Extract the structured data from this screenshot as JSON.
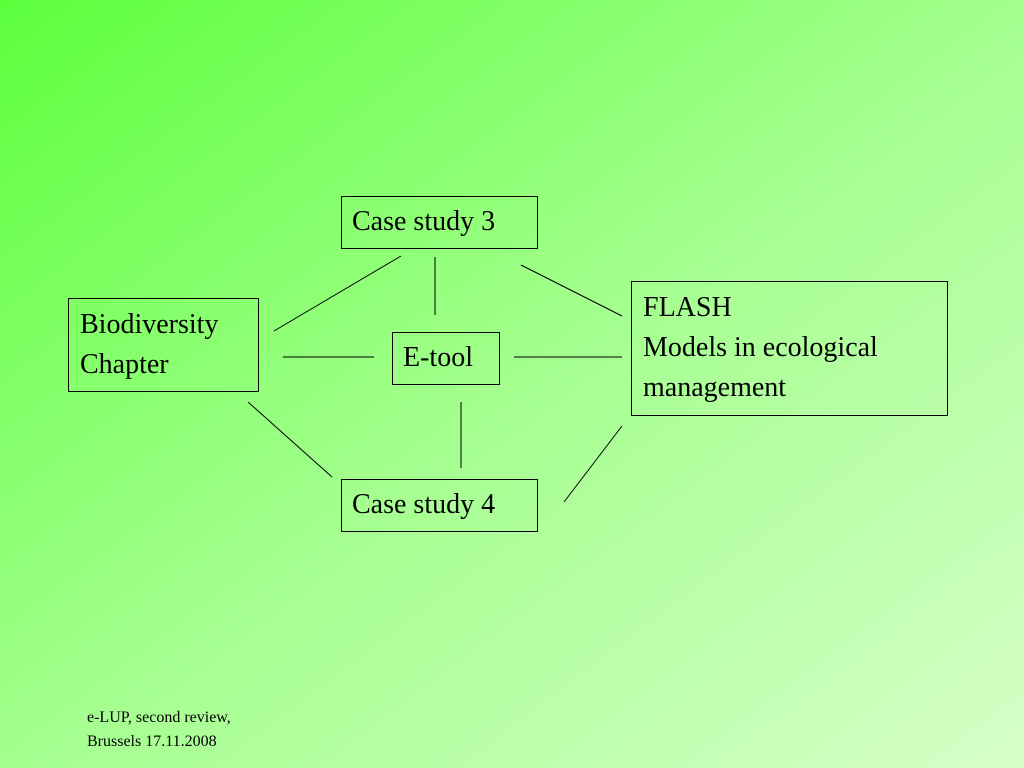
{
  "nodes": {
    "case_study_3": {
      "label": "Case study 3"
    },
    "e_tool": {
      "label": "E-tool"
    },
    "case_study_4": {
      "label": "Case study 4"
    },
    "biodiversity": {
      "lines": [
        "Biodiversity",
        "Chapter"
      ]
    },
    "flash": {
      "lines": [
        "FLASH",
        "Models in ecological",
        "management"
      ]
    }
  },
  "edges": [
    [
      "biodiversity",
      "case_study_3"
    ],
    [
      "biodiversity",
      "e_tool"
    ],
    [
      "biodiversity",
      "case_study_4"
    ],
    [
      "case_study_3",
      "e_tool"
    ],
    [
      "case_study_3",
      "flash"
    ],
    [
      "e_tool",
      "flash"
    ],
    [
      "e_tool",
      "case_study_4"
    ],
    [
      "flash",
      "case_study_4"
    ]
  ],
  "footer": {
    "line1": "e-LUP, second review,",
    "line2": "Brussels 17.11.2008"
  },
  "colors": {
    "background_start": "#5cff3c",
    "background_end": "#d6ffc9",
    "stroke": "#000000"
  }
}
